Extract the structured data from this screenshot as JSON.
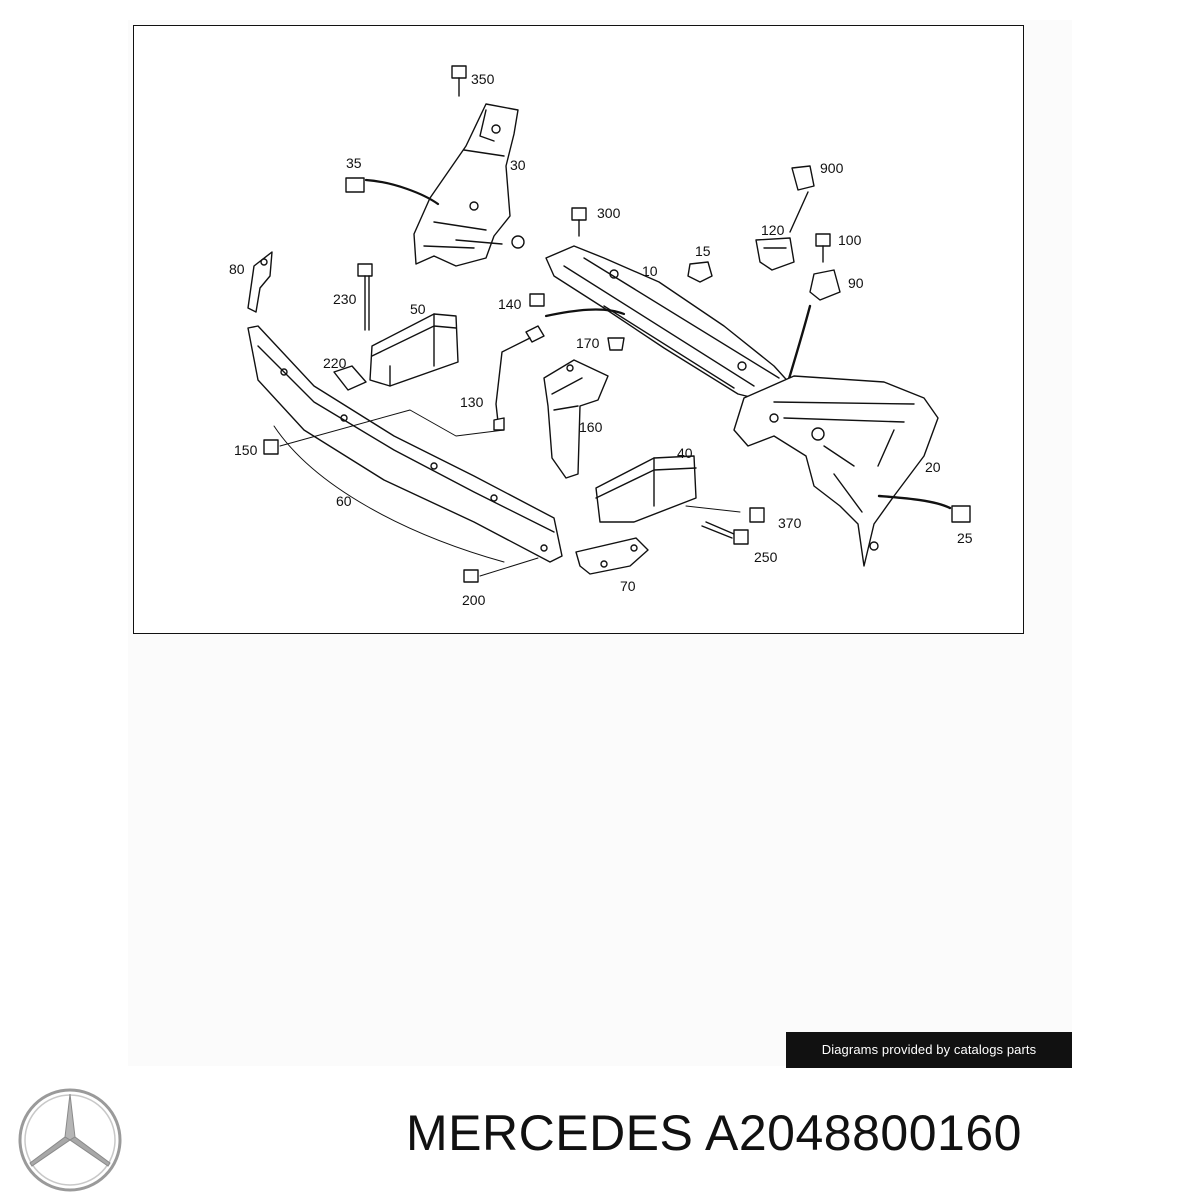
{
  "diagram": {
    "callouts": {
      "c350": "350",
      "c30": "30",
      "c35": "35",
      "c300": "300",
      "c900": "900",
      "c120": "120",
      "c100": "100",
      "c15": "15",
      "c10": "10",
      "c90": "90",
      "c80": "80",
      "c230": "230",
      "c50": "50",
      "c140": "140",
      "c220": "220",
      "c170": "170",
      "c130": "130",
      "c160": "160",
      "c150": "150",
      "c40": "40",
      "c20": "20",
      "c60": "60",
      "c370": "370",
      "c25": "25",
      "c250": "250",
      "c70": "70",
      "c200": "200"
    }
  },
  "credit": "Diagrams provided by catalogs parts",
  "brand": "MERCEDES",
  "part_number": "A2048800160",
  "logo_icon": "mercedes-star-icon"
}
